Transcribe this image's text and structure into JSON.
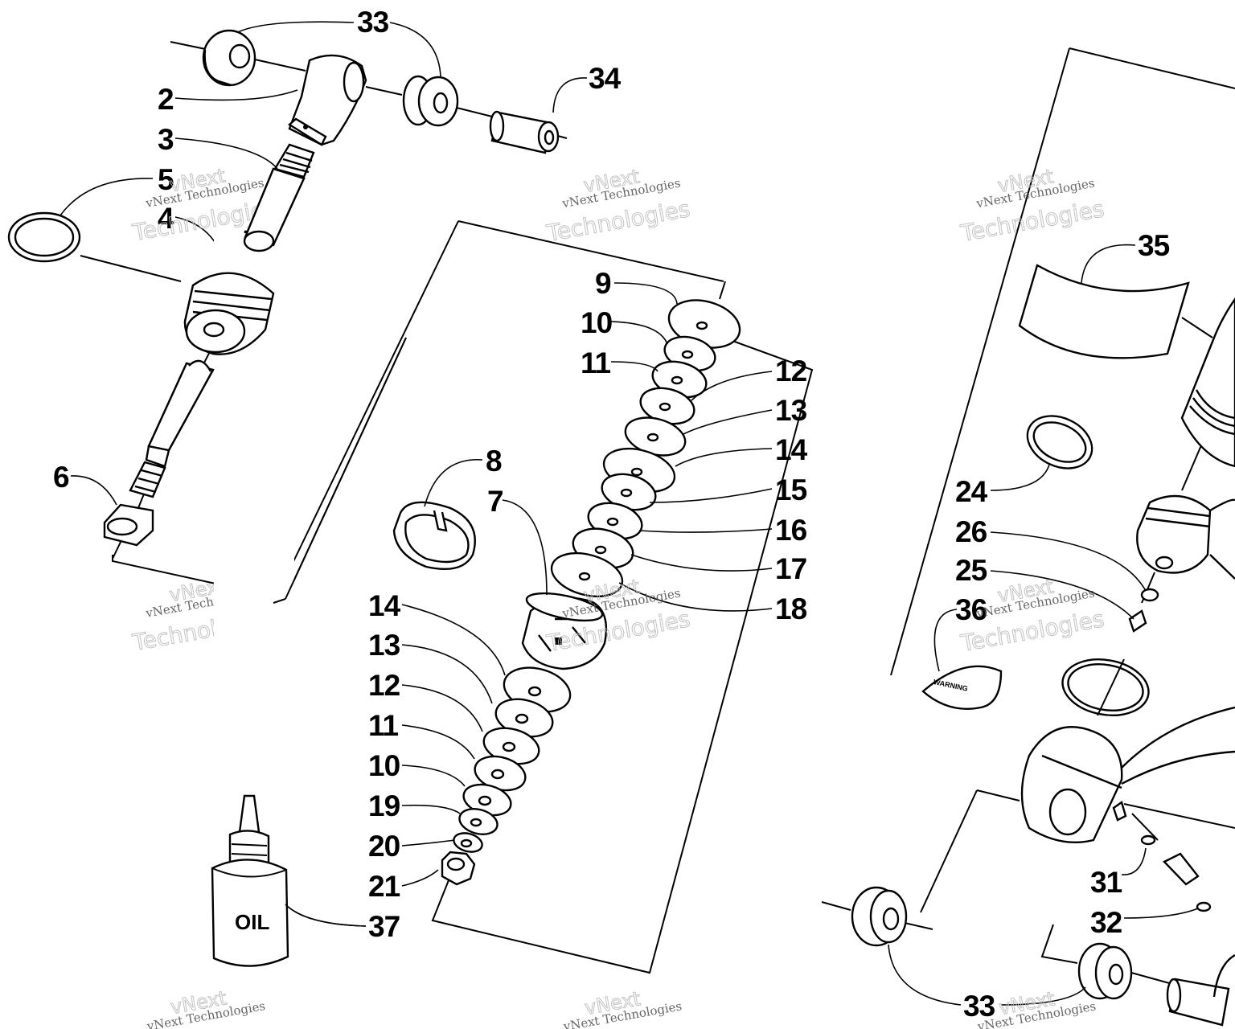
{
  "diagram": {
    "callouts": [
      {
        "id": "c33a",
        "label": "33"
      },
      {
        "id": "c34",
        "label": "34"
      },
      {
        "id": "c2",
        "label": "2"
      },
      {
        "id": "c3",
        "label": "3"
      },
      {
        "id": "c5",
        "label": "5"
      },
      {
        "id": "c4",
        "label": "4"
      },
      {
        "id": "c6",
        "label": "6"
      },
      {
        "id": "c9",
        "label": "9"
      },
      {
        "id": "c10a",
        "label": "10"
      },
      {
        "id": "c11a",
        "label": "11"
      },
      {
        "id": "c12a",
        "label": "12"
      },
      {
        "id": "c13a",
        "label": "13"
      },
      {
        "id": "c14a",
        "label": "14"
      },
      {
        "id": "c15",
        "label": "15"
      },
      {
        "id": "c16",
        "label": "16"
      },
      {
        "id": "c17",
        "label": "17"
      },
      {
        "id": "c18",
        "label": "18"
      },
      {
        "id": "c8",
        "label": "8"
      },
      {
        "id": "c7",
        "label": "7"
      },
      {
        "id": "c14b",
        "label": "14"
      },
      {
        "id": "c13b",
        "label": "13"
      },
      {
        "id": "c12b",
        "label": "12"
      },
      {
        "id": "c11b",
        "label": "11"
      },
      {
        "id": "c10b",
        "label": "10"
      },
      {
        "id": "c19",
        "label": "19"
      },
      {
        "id": "c20",
        "label": "20"
      },
      {
        "id": "c21",
        "label": "21"
      },
      {
        "id": "c37",
        "label": "37"
      },
      {
        "id": "c35",
        "label": "35"
      },
      {
        "id": "c24",
        "label": "24"
      },
      {
        "id": "c26",
        "label": "26"
      },
      {
        "id": "c25",
        "label": "25"
      },
      {
        "id": "c36",
        "label": "36"
      },
      {
        "id": "c31",
        "label": "31"
      },
      {
        "id": "c32",
        "label": "32"
      },
      {
        "id": "c33b",
        "label": "33"
      }
    ],
    "oil_bottle_label": "OIL",
    "warning_label": "WARNING",
    "watermark": {
      "line0": "vNext",
      "line1": "vNext Technologies",
      "line2": "Technologies"
    }
  }
}
